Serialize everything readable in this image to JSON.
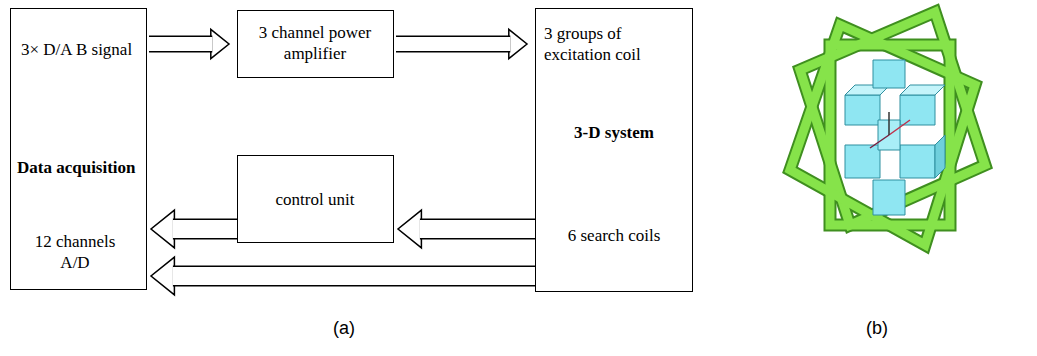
{
  "diagram": {
    "nodes": [
      {
        "text": [
          "3× D/A B signal",
          "Data acquisition",
          "12 channels A/D"
        ]
      },
      {
        "text": [
          "3 channel power amplifier"
        ]
      },
      {
        "text": [
          "control unit"
        ]
      },
      {
        "text": [
          "3 groups of excitation coil",
          "3-D system",
          "6 search coils"
        ]
      }
    ],
    "edges": [
      {
        "from": 0,
        "to": 1,
        "arrow": "to"
      },
      {
        "from": 1,
        "to": 3,
        "arrow": "to"
      },
      {
        "from": 2,
        "to": 0,
        "arrow": "to"
      },
      {
        "from": 3,
        "to": 0,
        "arrow": "to"
      },
      {
        "from": 3,
        "to": 2,
        "arrow": "to"
      }
    ],
    "labels": [
      "(a)",
      "(b)"
    ]
  }
}
